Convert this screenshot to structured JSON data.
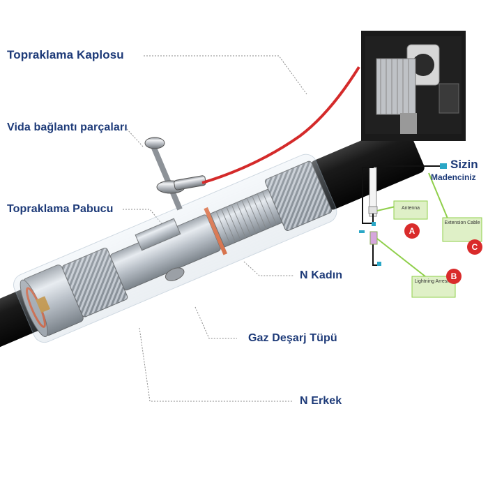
{
  "labels": {
    "grounding_wire": "Topraklama Kaplosu",
    "screw_parts": "Vida bağlantı parçaları",
    "grounding_lug": "Topraklama Pabucu",
    "n_female": "N Kadın",
    "gas_tube": "Gaz Deşarj Tüpü",
    "n_male": "N Erkek"
  },
  "inset": {
    "title_1": "Sizin",
    "title_2": "Madenciniz",
    "antenna": "Antenna",
    "extension_cable": "Extension Cable",
    "lightning_arrestor": "Lightning Arrestor",
    "letter_a": "A",
    "letter_b": "B",
    "letter_c": "C"
  },
  "colors": {
    "label_text": "#1d3a78",
    "ground_wire": "#d42a2a",
    "metal": "#b8bcc2",
    "badge": "#d92b2b",
    "callout_box": "#8fcf4a"
  }
}
